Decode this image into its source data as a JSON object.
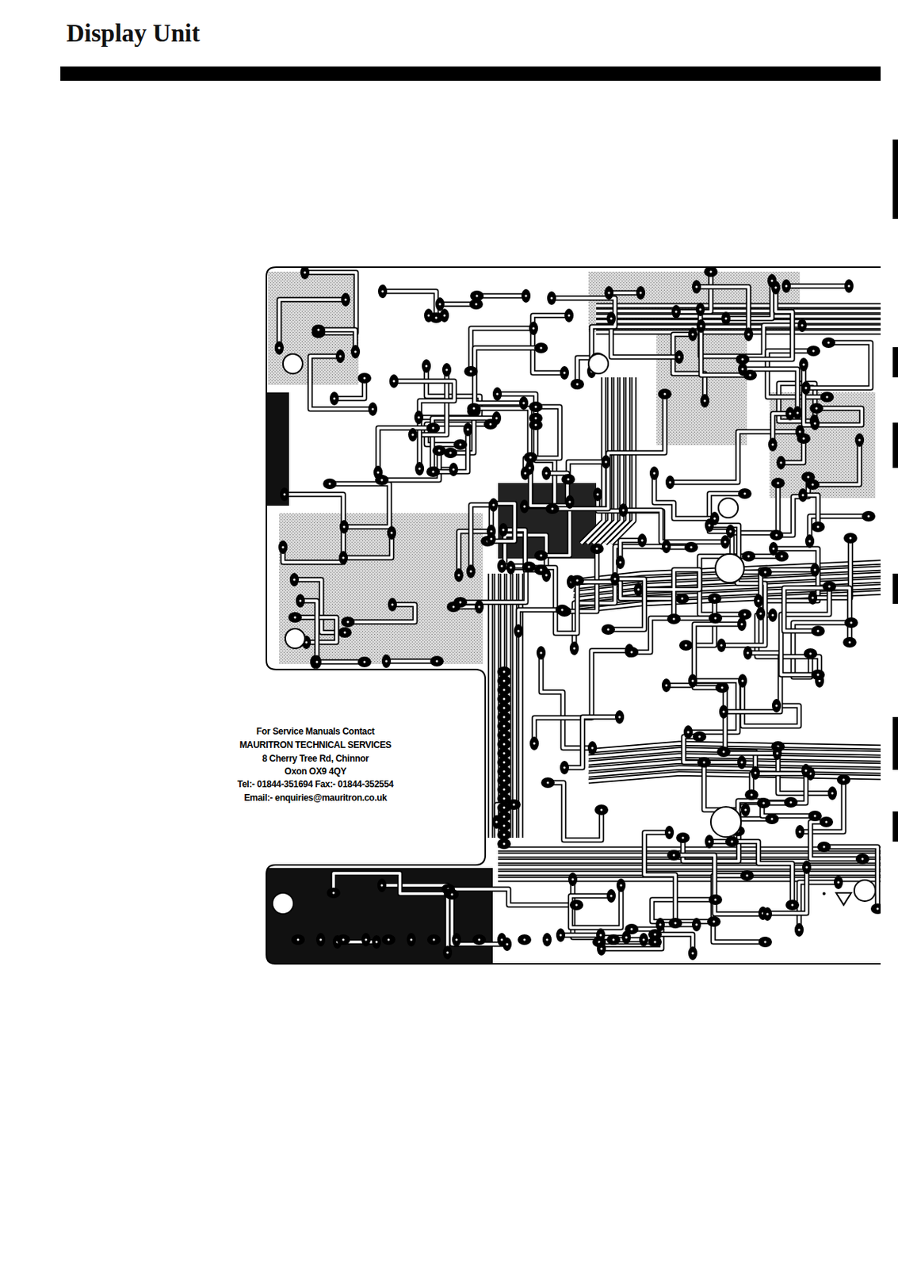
{
  "diagram": {
    "title": "Display Unit",
    "labels": [
      "For Service Manuals Contact",
      "MAURITRON TECHNICAL SERVICES",
      "8 Cherry Tree Rd, Chinnor",
      "Oxon OX9 4QY",
      "Tel:- 01844-351694 Fax:- 01844-352554",
      "Email:- enquiries@mauritron.co.uk"
    ]
  }
}
